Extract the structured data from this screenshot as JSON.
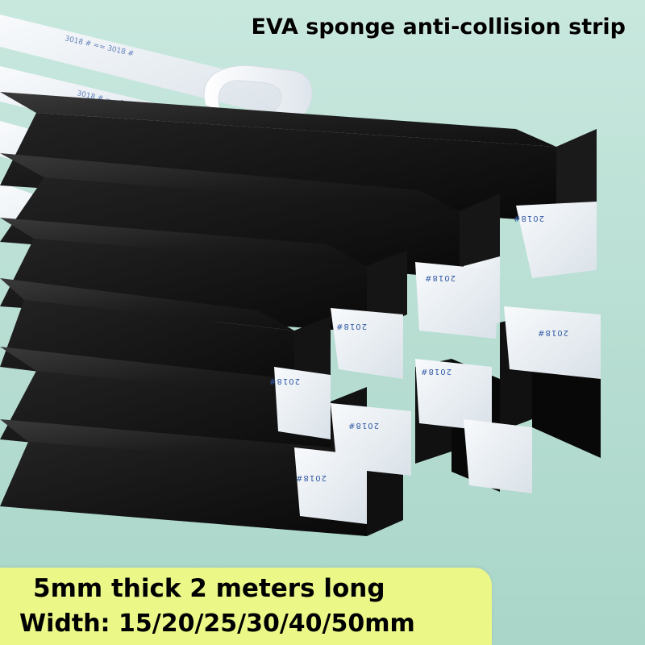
{
  "title": "EVA sponge anti-collision strip",
  "spec": {
    "line1": "5mm thick  2 meters long",
    "line2": "Width: 15/20/25/30/40/50mm"
  },
  "colors": {
    "background": "#c2e4da",
    "strip": "#111111",
    "liner": "#eef1f4",
    "spec_panel": "#ebf787",
    "text": "#000000"
  },
  "liner_print": "2018#"
}
